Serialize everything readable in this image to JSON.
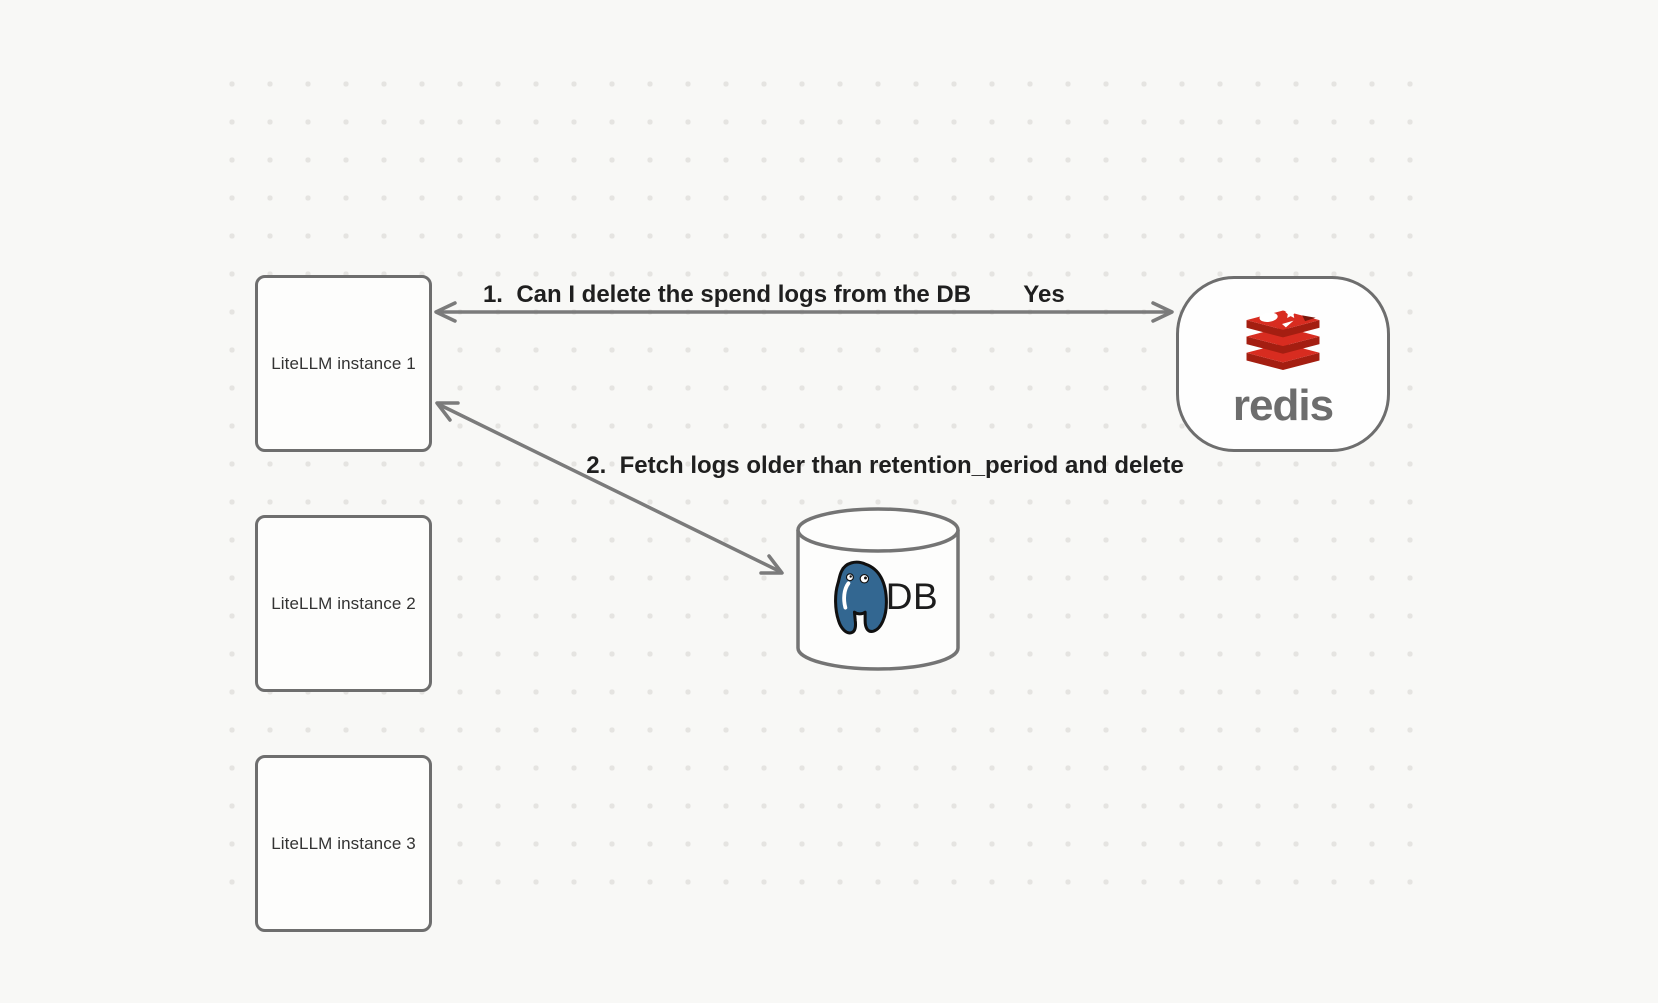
{
  "canvas": {
    "background_color": "#f8f8f6",
    "dot_color": "#e5e4e1",
    "stroke_color": "#6e6e6e"
  },
  "nodes": {
    "litellm_instances": [
      {
        "label": "LiteLLM instance 1"
      },
      {
        "label": "LiteLLM instance 2"
      },
      {
        "label": "LiteLLM instance 3"
      }
    ],
    "redis": {
      "label": "redis",
      "logo": "redis-stack-logo",
      "brand_color": "#d82c20"
    },
    "database": {
      "label": "DB",
      "logo": "postgresql-elephant-logo",
      "brand_color": "#336791"
    }
  },
  "arrows": [
    {
      "label": "1.  Can I delete the spend logs from the DB",
      "answer": "Yes",
      "connects": [
        "LiteLLM instance 1",
        "redis"
      ],
      "direction": "bidirectional"
    },
    {
      "label": "2.  Fetch logs older than retention_period and delete",
      "connects": [
        "LiteLLM instance 1",
        "DB"
      ],
      "direction": "bidirectional"
    }
  ]
}
